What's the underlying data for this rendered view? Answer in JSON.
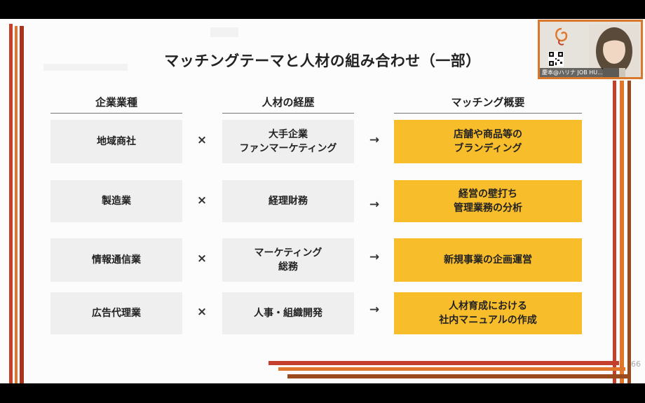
{
  "slide": {
    "title": "マッチングテーマと人材の組み合わせ（一部）",
    "headers": {
      "industry": "企業業種",
      "career": "人材の経歴",
      "summary": "マッチング概要"
    },
    "rows": [
      {
        "industry": "地域商社",
        "cross": "×",
        "career": "大手企業\nファンマーケティング",
        "arrow": "→",
        "summary": "店舗や商品等の\nブランディング"
      },
      {
        "industry": "製造業",
        "cross": "×",
        "career": "経理財務",
        "arrow": "→",
        "summary": "経営の壁打ち\n管理業務の分析"
      },
      {
        "industry": "情報通信業",
        "cross": "×",
        "career": "マーケティング\n総務",
        "arrow": "→",
        "summary": "新規事業の企画運営"
      },
      {
        "industry": "広告代理業",
        "cross": "×",
        "career": "人事・組織開発",
        "arrow": "→",
        "summary": "人材育成における\n社内マニュアルの作成"
      }
    ],
    "page_number": "66"
  },
  "webcam": {
    "participant_name": "慶本@ハリナ JOB HU..."
  },
  "colors": {
    "accent_red": "#c4402d",
    "accent_orange": "#e0762b",
    "accent_brown": "#9a4a1c",
    "summary_yellow": "#f8bd2a",
    "cell_grey": "#efefef"
  }
}
